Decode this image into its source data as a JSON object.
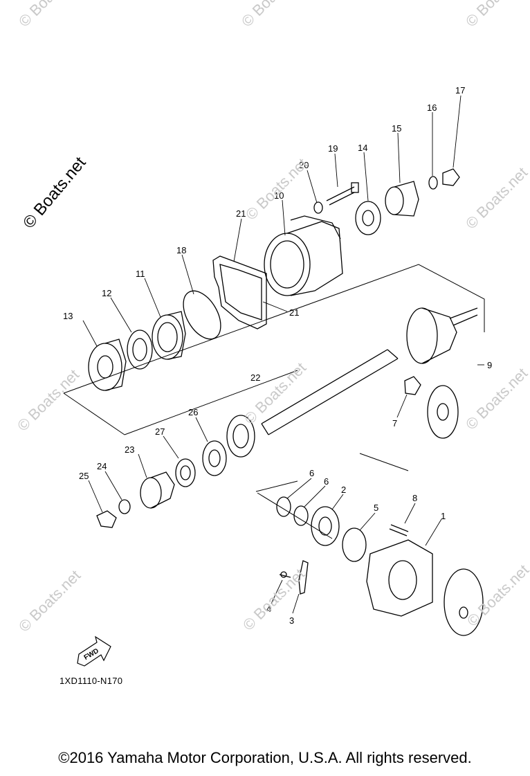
{
  "watermarks": {
    "main": "© Boats.net",
    "faint": "© Boats.net"
  },
  "part_numbers": [
    "1",
    "2",
    "3",
    "4",
    "5",
    "6",
    "7",
    "8",
    "9",
    "10",
    "11",
    "12",
    "13",
    "14",
    "15",
    "16",
    "17",
    "18",
    "19",
    "20",
    "21",
    "22",
    "23",
    "24",
    "25",
    "26",
    "27"
  ],
  "diagram_code": "1XD1110-N170",
  "fwd_label": "FWD",
  "copyright": "©2016 Yamaha Motor Corporation, U.S.A. All rights reserved."
}
